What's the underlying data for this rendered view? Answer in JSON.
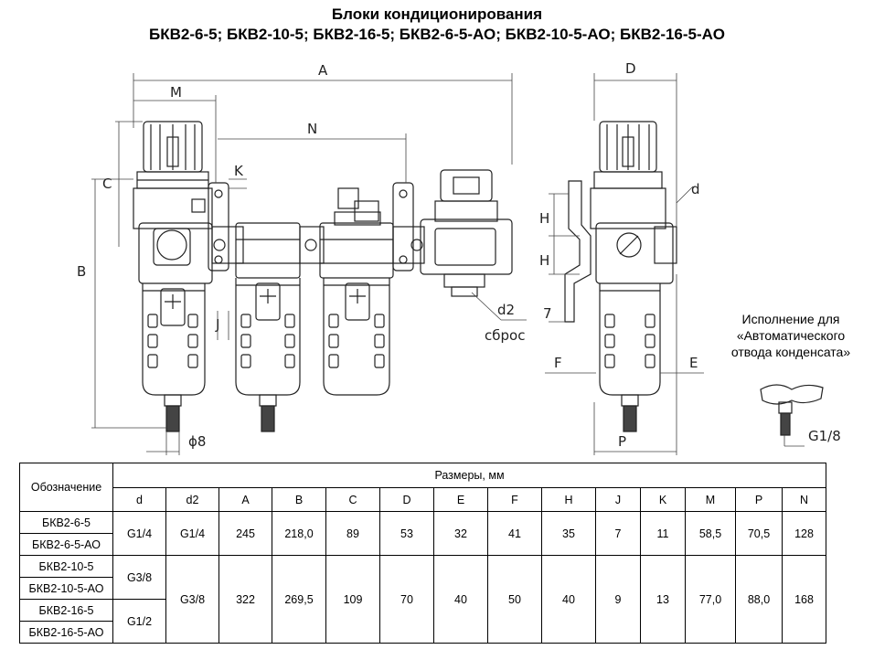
{
  "title_line1": "Блоки кондиционирования",
  "title_line2": "БКВ2-6-5; БКВ2-10-5; БКВ2-16-5; БКВ2-6-5-АО; БКВ2-10-5-АО; БКВ2-16-5-АО",
  "drawing": {
    "labels": {
      "A": "A",
      "M": "M",
      "N": "N",
      "C": "C",
      "K": "K",
      "B": "B",
      "J": "J",
      "phi8": "ϕ8",
      "d2": "d2",
      "sbros": "сброс",
      "D": "D",
      "d": "d",
      "H1": "H",
      "H2": "H",
      "seven": "7",
      "F": "F",
      "E": "E",
      "P": "P",
      "G18": "G1/8"
    },
    "note": "Исполнение для «Автоматического отвода конденсата»"
  },
  "table": {
    "col_designation": "Обозначение",
    "group_header": "Размеры, мм",
    "columns": [
      "d",
      "d2",
      "A",
      "B",
      "C",
      "D",
      "E",
      "F",
      "H",
      "J",
      "K",
      "M",
      "P",
      "N"
    ],
    "models": [
      "БКВ2-6-5",
      "БКВ2-6-5-АО",
      "БКВ2-10-5",
      "БКВ2-10-5-АО",
      "БКВ2-16-5",
      "БКВ2-16-5-АО"
    ],
    "d_values": [
      "G1/4",
      "G3/8",
      "G1/2"
    ],
    "row1": [
      "G1/4",
      "245",
      "218,0",
      "89",
      "53",
      "32",
      "41",
      "35",
      "7",
      "11",
      "58,5",
      "70,5",
      "128"
    ],
    "row2": [
      "G3/8",
      "322",
      "269,5",
      "109",
      "70",
      "40",
      "50",
      "40",
      "9",
      "13",
      "77,0",
      "88,0",
      "168"
    ]
  }
}
